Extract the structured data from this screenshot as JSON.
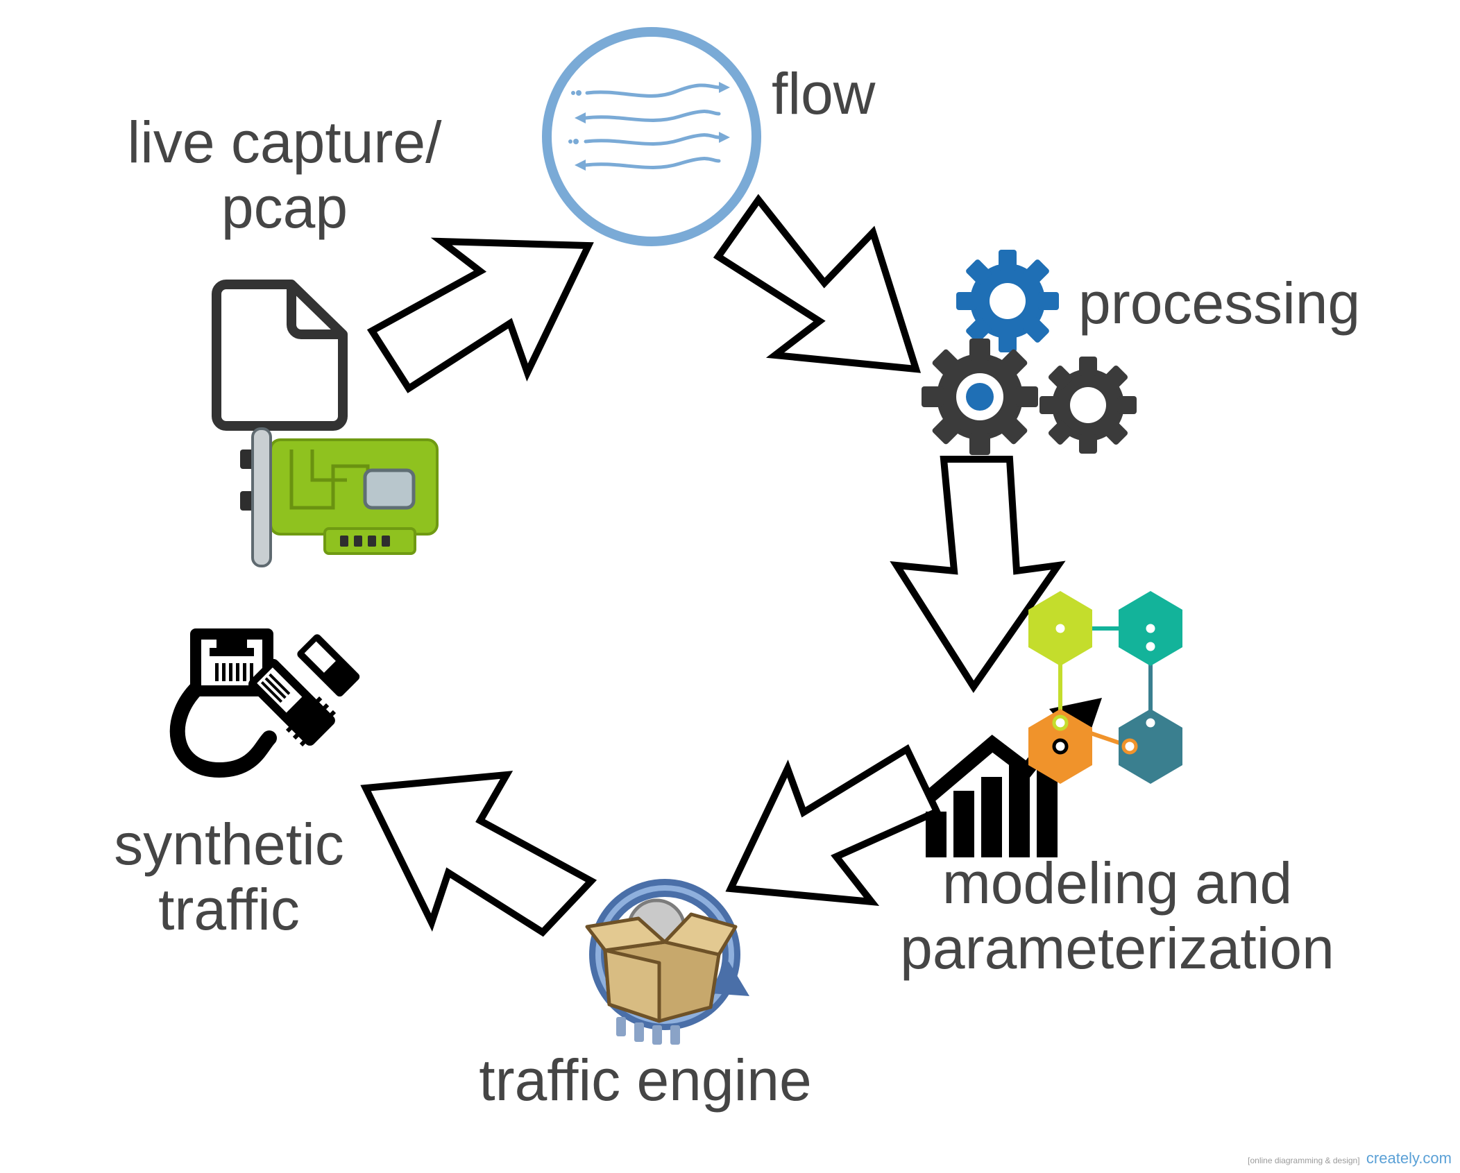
{
  "nodes": {
    "capture": {
      "line1": "live capture/",
      "line2": "pcap"
    },
    "flow": {
      "label": "flow"
    },
    "processing": {
      "label": "processing"
    },
    "modeling": {
      "line1": "modeling and",
      "line2": "parameterization"
    },
    "engine": {
      "label": "traffic engine"
    },
    "synthetic": {
      "line1": "synthetic",
      "line2": "traffic"
    }
  },
  "icons": {
    "capture": [
      "document-icon",
      "network-card-icon"
    ],
    "flow": "flow-circle-icon",
    "processing": "gears-icon",
    "modeling": [
      "hexagon-network-icon",
      "bar-chart-growth-icon"
    ],
    "engine": "package-refresh-icon",
    "synthetic": "ethernet-cable-icon"
  },
  "edges": [
    {
      "from": "capture",
      "to": "flow"
    },
    {
      "from": "flow",
      "to": "processing"
    },
    {
      "from": "processing",
      "to": "modeling"
    },
    {
      "from": "modeling",
      "to": "engine"
    },
    {
      "from": "engine",
      "to": "synthetic"
    }
  ],
  "watermark": {
    "text": "[online diagramming & design]",
    "brand": "creately.com"
  },
  "colors": {
    "label": "#454545",
    "flow_blue": "#7aaad6",
    "gear_blue": "#1f6fb5",
    "gear_dark": "#3b3b3b",
    "nic_green": "#8fc21f",
    "hex_lime": "#c4dd2c",
    "hex_teal": "#13b39a",
    "hex_orange": "#f0932b",
    "hex_slate": "#3a7f8f"
  }
}
